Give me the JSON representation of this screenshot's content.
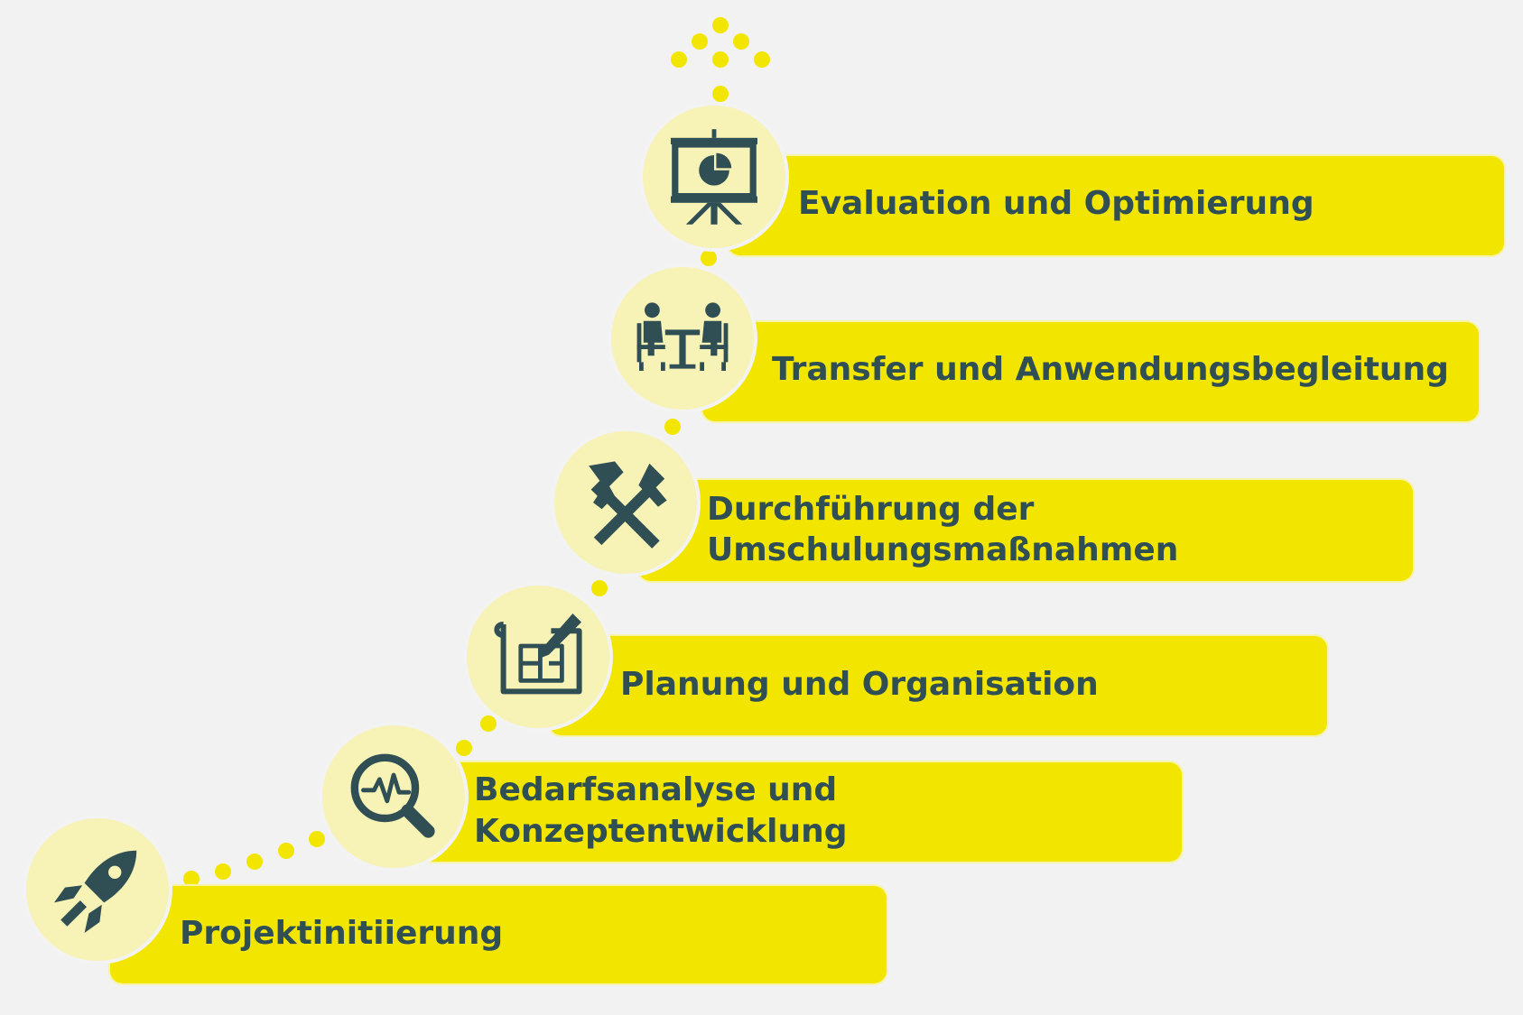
{
  "colors": {
    "bar": "#f2e600",
    "circle": "#f7f2b5",
    "icon": "#2f4f55",
    "text": "#2f4f55",
    "background": "#f2f2f2"
  },
  "steps": [
    {
      "label": "Projektinitiierung",
      "icon": "rocket-icon"
    },
    {
      "label_line1": "Bedarfsanalyse und",
      "label_line2": "Konzeptentwicklung",
      "icon": "magnifier-pulse-icon"
    },
    {
      "label": "Planung und Organisation",
      "icon": "blueprint-icon"
    },
    {
      "label_line1": "Durchführung der",
      "label_line2": "Umschulungsmaßnahmen",
      "icon": "hammers-icon"
    },
    {
      "label": "Transfer und Anwendungsbegleitung",
      "icon": "meeting-icon"
    },
    {
      "label": "Evaluation und Optimierung",
      "icon": "presentation-icon"
    }
  ]
}
